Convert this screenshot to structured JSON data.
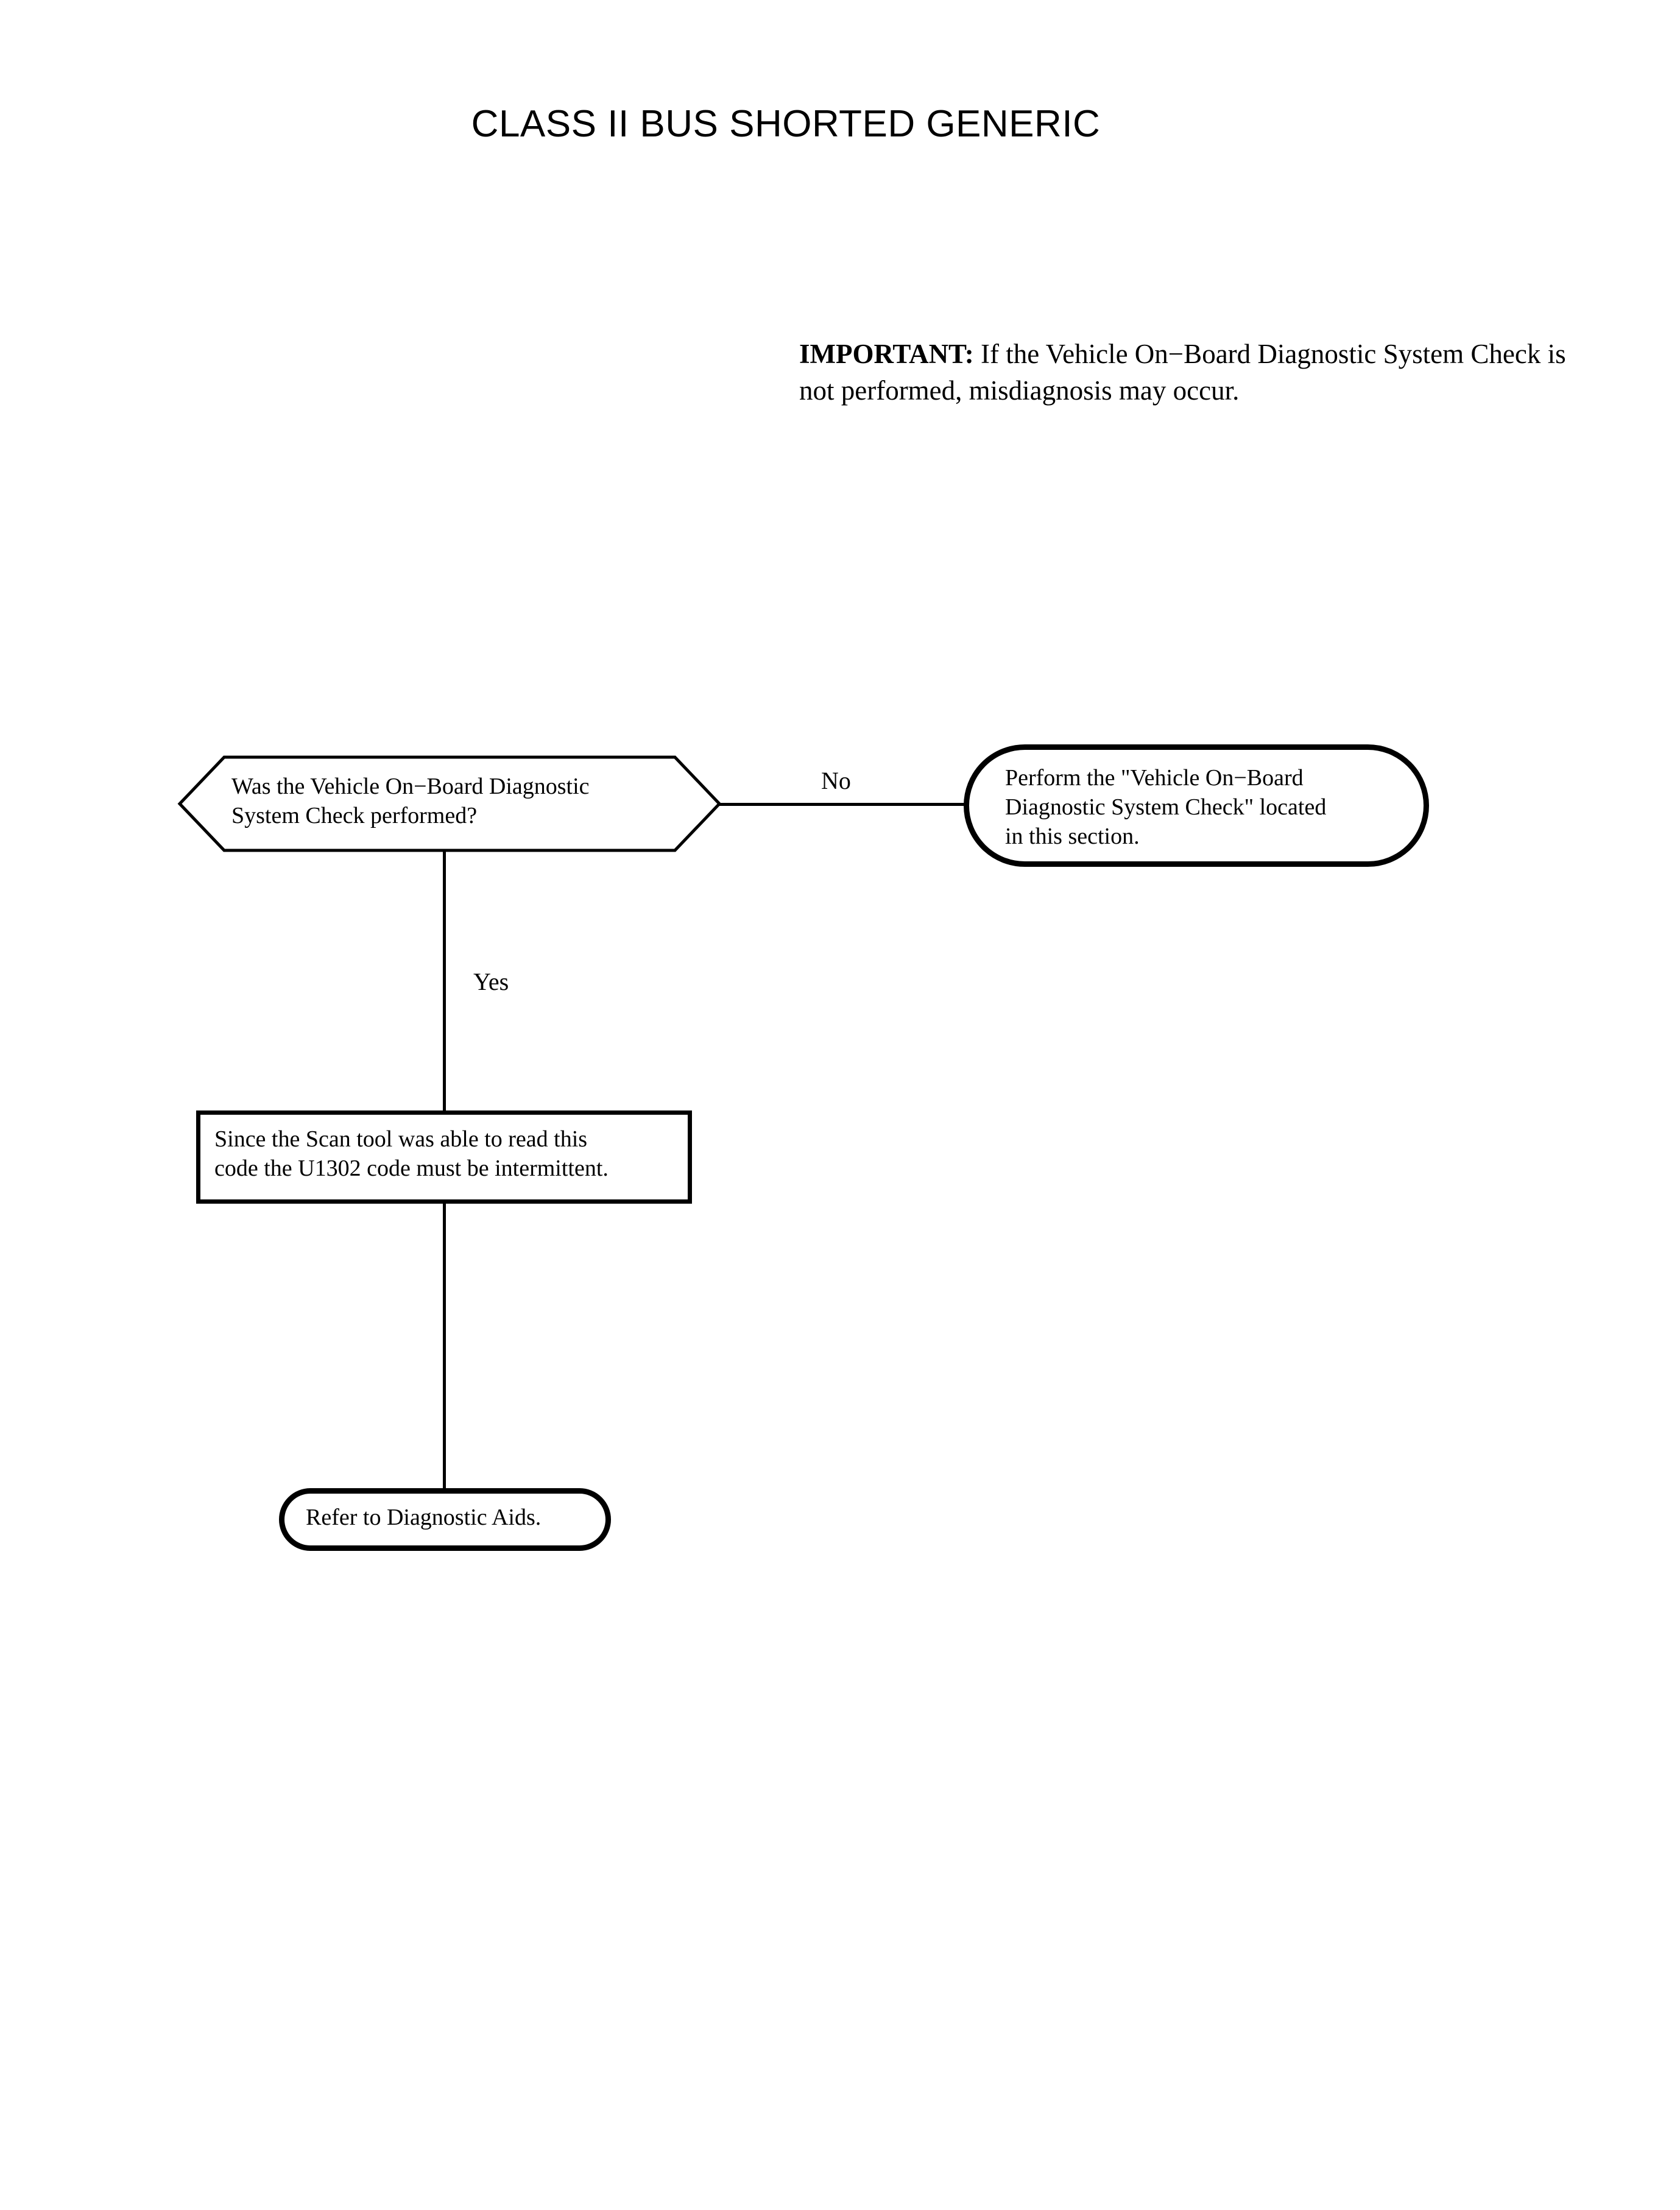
{
  "document": {
    "title": "CLASS II BUS SHORTED GENERIC"
  },
  "important_note": {
    "lead": "IMPORTANT:",
    "body": " If the Vehicle On−Board Diagnostic System Check is not performed, misdiagnosis may occur."
  },
  "flowchart": {
    "type": "flowchart",
    "nodes": [
      {
        "id": "decision-obd-check",
        "shape": "hexagon",
        "text": "Was the Vehicle On−Board Diagnostic\nSystem Check performed?"
      },
      {
        "id": "perform-obd-check",
        "shape": "stadium",
        "text": "Perform the \"Vehicle On−Board\nDiagnostic System Check\" located\nin this section."
      },
      {
        "id": "intermittent-note",
        "shape": "rectangle",
        "text": "Since the Scan tool was able to read this\ncode the U1302 code must be intermittent."
      },
      {
        "id": "refer-diagnostic-aids",
        "shape": "stadium",
        "text": "Refer to Diagnostic Aids."
      }
    ],
    "branch_labels": {
      "no": "No",
      "yes": "Yes"
    },
    "edges": [
      {
        "from": "decision-obd-check",
        "to": "perform-obd-check",
        "label": "No"
      },
      {
        "from": "decision-obd-check",
        "to": "intermittent-note",
        "label": "Yes"
      },
      {
        "from": "intermittent-note",
        "to": "refer-diagnostic-aids",
        "label": ""
      }
    ]
  },
  "colors": {
    "ink": "#000000",
    "paper": "#ffffff"
  }
}
